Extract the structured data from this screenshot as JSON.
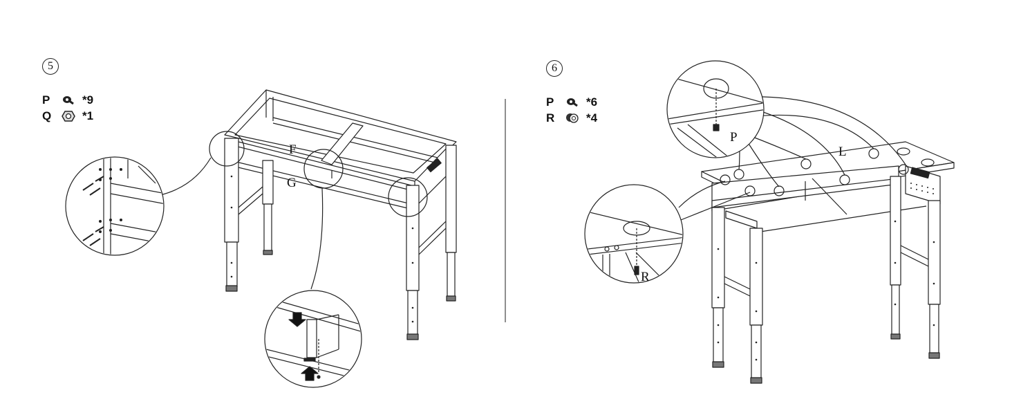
{
  "steps": [
    {
      "number": "5",
      "parts": [
        {
          "letter": "P",
          "icon": "bolt-icon",
          "qty": "*9"
        },
        {
          "letter": "Q",
          "icon": "hex-nut-icon",
          "qty": "*1"
        }
      ],
      "labels": {
        "f": "F",
        "g": "G"
      }
    },
    {
      "number": "6",
      "parts": [
        {
          "letter": "P",
          "icon": "bolt-icon",
          "qty": "*6"
        },
        {
          "letter": "R",
          "icon": "washer-icon",
          "qty": "*4"
        }
      ],
      "labels": {
        "l": "L",
        "p": "P",
        "r": "R"
      }
    }
  ]
}
